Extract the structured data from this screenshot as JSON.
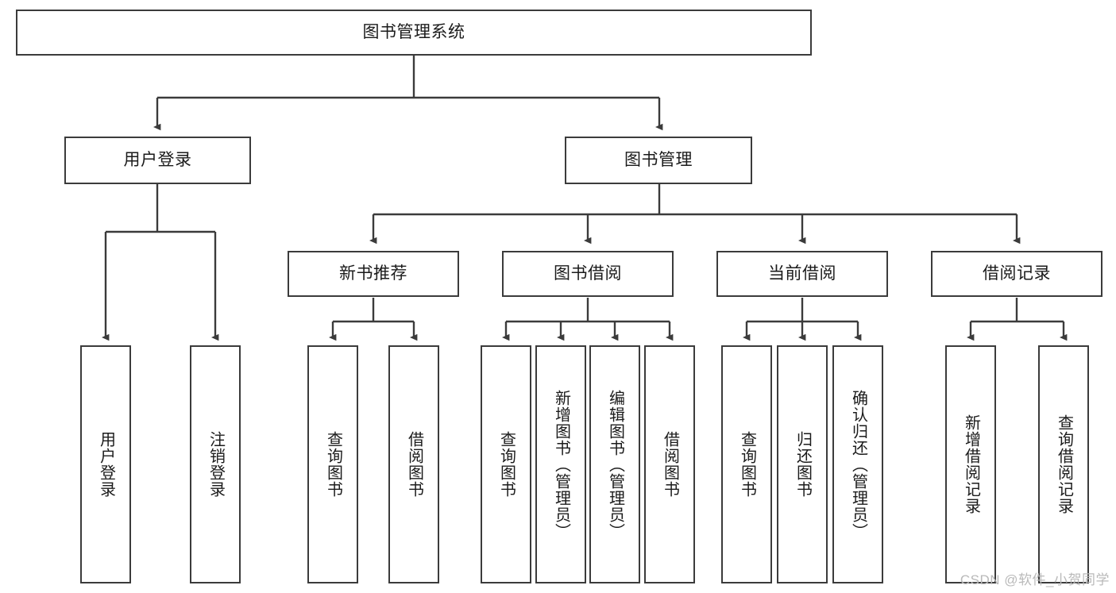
{
  "diagram": {
    "title": "图书管理系统",
    "watermark": "CSDN @软件_小贺同学",
    "colors": {
      "box_border": "#3b3b3b",
      "connector": "#3b3b3b",
      "background": "#ffffff",
      "text": "#1b1b1b",
      "watermark": "#b9b9b9"
    },
    "root": {
      "label": "图书管理系统"
    },
    "level2": [
      {
        "label": "用户登录"
      },
      {
        "label": "图书管理"
      }
    ],
    "level3": [
      {
        "label": "新书推荐"
      },
      {
        "label": "图书借阅"
      },
      {
        "label": "当前借阅"
      },
      {
        "label": "借阅记录"
      }
    ],
    "leaves": {
      "user_login": [
        {
          "label": "用户登录"
        },
        {
          "label": "注销登录"
        }
      ],
      "new_book_recommend": [
        {
          "label": "查询图书"
        },
        {
          "label": "借阅图书"
        }
      ],
      "book_borrow": [
        {
          "label": "查询图书"
        },
        {
          "label": "新增图书（管理员）"
        },
        {
          "label": "编辑图书（管理员）"
        },
        {
          "label": "借阅图书"
        }
      ],
      "current_borrow": [
        {
          "label": "查询图书"
        },
        {
          "label": "归还图书"
        },
        {
          "label": "确认归还（管理员）"
        }
      ],
      "borrow_record": [
        {
          "label": "新增借阅记录"
        },
        {
          "label": "查询借阅记录"
        }
      ]
    }
  }
}
